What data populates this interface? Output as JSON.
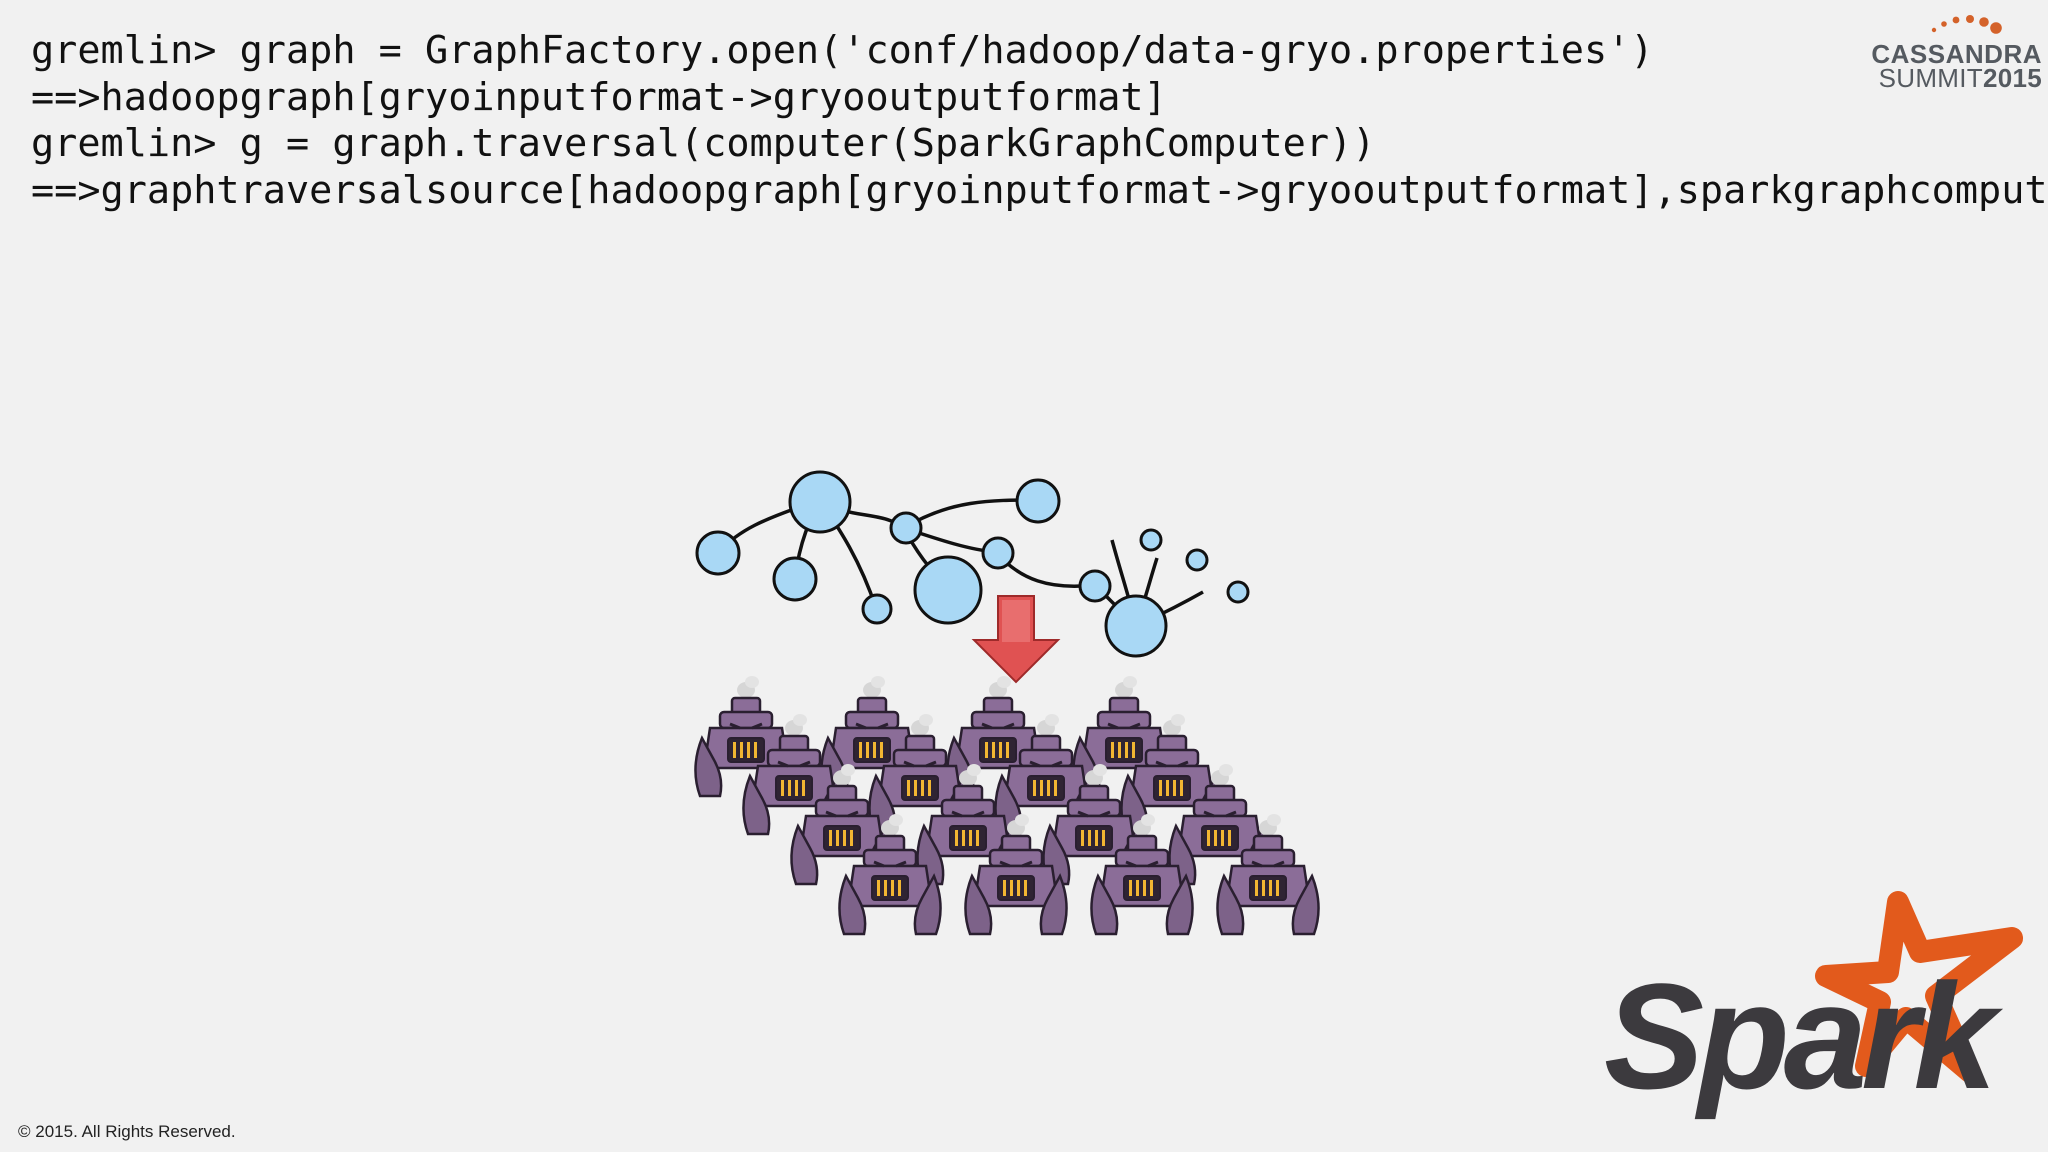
{
  "code": {
    "lines": [
      "gremlin> graph = GraphFactory.open('conf/hadoop/data-gryo.properties')",
      "==>hadoopgraph[gryoinputformat->gryooutputformat]",
      "gremlin> g = graph.traversal(computer(SparkGraphComputer))",
      "==>graphtraversalsource[hadoopgraph[gryoinputformat->gryooutputformat],sparkgraphcomputer]"
    ]
  },
  "branding": {
    "cassandra_line1": "CASSANDRA",
    "cassandra_summit": "SUMMIT",
    "cassandra_year": "2015",
    "spark_wordmark": "Spark",
    "accent_color": "#d4622a",
    "spark_orange": "#e25a1c",
    "spark_text_color": "#3c3a3e"
  },
  "illustration": {
    "node_color": "#a9d8f5",
    "arrow_color": "#e05252",
    "worker_color": "#8b6d98",
    "icons": [
      "graph-network-icon",
      "down-arrow-icon",
      "worker-robot-icon"
    ]
  },
  "footer": {
    "copyright": "© 2015. All Rights Reserved."
  }
}
